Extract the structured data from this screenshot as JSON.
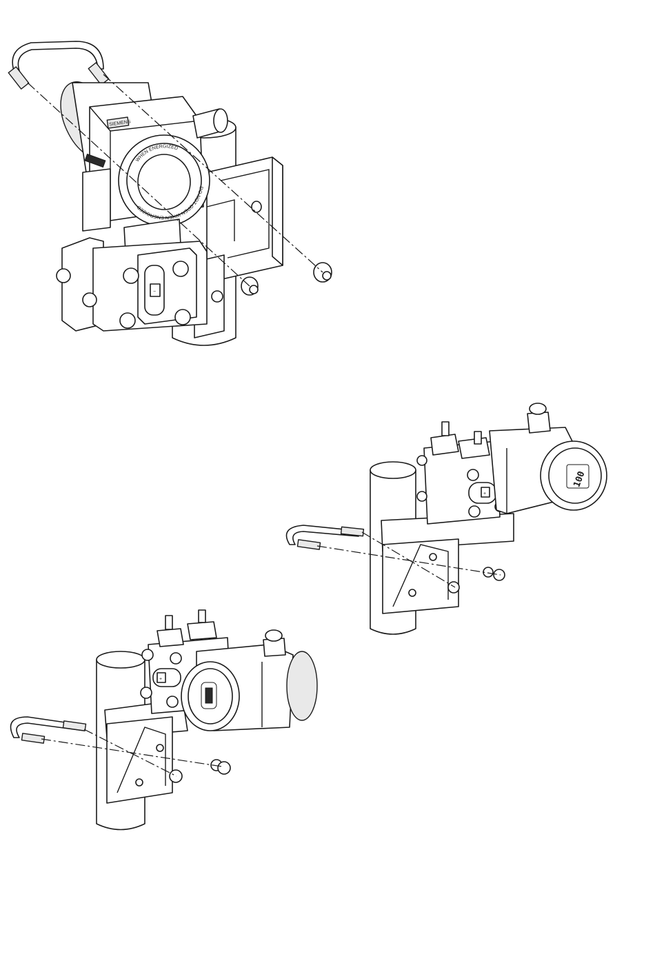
{
  "figure_1": {
    "brand_label": "SIEMENS",
    "cover_ring_text_1": "WHEN ENERGIZED",
    "cover_ring_text_2": "DO NOT OPEN WHEN ENERGIZED",
    "sensor_sign": "−"
  },
  "figure_2": {
    "display_text": "100",
    "sensor_sign": "+"
  },
  "figure_3": {
    "sensor_sign": "+"
  }
}
